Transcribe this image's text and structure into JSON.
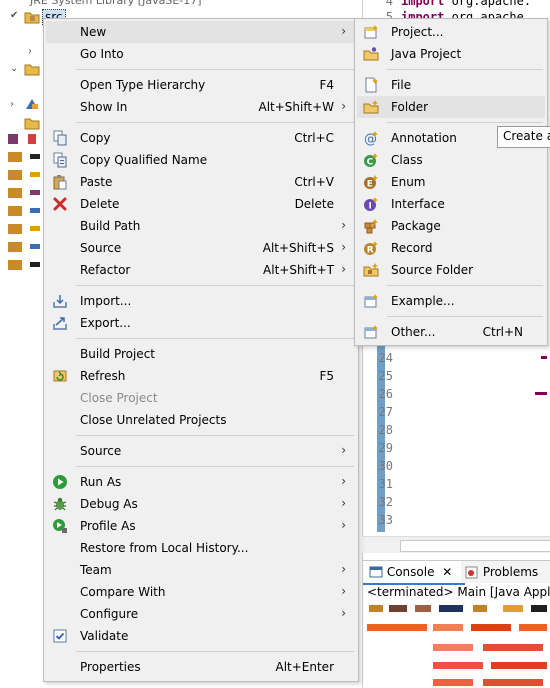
{
  "explorer": {
    "selected_item": "src",
    "top_label": "JRE System Library [JavaSE-17]"
  },
  "editor": {
    "lines": [
      {
        "num": "4",
        "keyword": "import",
        "text": " org.apache."
      },
      {
        "num": "5",
        "keyword": "import",
        "text": " org.apache."
      },
      {
        "num": "24",
        "keyword": "",
        "text": ""
      },
      {
        "num": "25",
        "keyword": "",
        "text": ""
      },
      {
        "num": "26",
        "keyword": "",
        "text": ""
      },
      {
        "num": "27",
        "keyword": "",
        "text": ""
      },
      {
        "num": "28",
        "keyword": "",
        "text": ""
      },
      {
        "num": "29",
        "keyword": "",
        "text": ""
      },
      {
        "num": "30",
        "keyword": "",
        "text": ""
      },
      {
        "num": "31",
        "keyword": "",
        "text": ""
      },
      {
        "num": "32",
        "keyword": "",
        "text": ""
      },
      {
        "num": "33",
        "keyword": "",
        "text": ""
      }
    ]
  },
  "console": {
    "console_tab": "Console",
    "problems_tab": "Problems",
    "status_line": "<terminated> Main [Java Applicati"
  },
  "context_menu": {
    "new": {
      "label": "New"
    },
    "go_into": {
      "label": "Go Into"
    },
    "open_type_hierarchy": {
      "label": "Open Type Hierarchy",
      "accel": "F4"
    },
    "show_in": {
      "label": "Show In",
      "accel": "Alt+Shift+W"
    },
    "copy": {
      "label": "Copy",
      "accel": "Ctrl+C"
    },
    "copy_qualified_name": {
      "label": "Copy Qualified Name"
    },
    "paste": {
      "label": "Paste",
      "accel": "Ctrl+V"
    },
    "delete": {
      "label": "Delete",
      "accel": "Delete"
    },
    "build_path": {
      "label": "Build Path"
    },
    "source": {
      "label": "Source",
      "accel": "Alt+Shift+S"
    },
    "refactor": {
      "label": "Refactor",
      "accel": "Alt+Shift+T"
    },
    "import": {
      "label": "Import..."
    },
    "export": {
      "label": "Export..."
    },
    "build_project": {
      "label": "Build Project"
    },
    "refresh": {
      "label": "Refresh",
      "accel": "F5"
    },
    "close_project": {
      "label": "Close Project"
    },
    "close_unrelated_projects": {
      "label": "Close Unrelated Projects"
    },
    "source2": {
      "label": "Source"
    },
    "run_as": {
      "label": "Run As"
    },
    "debug_as": {
      "label": "Debug As"
    },
    "profile_as": {
      "label": "Profile As"
    },
    "restore_from_local_history": {
      "label": "Restore from Local History..."
    },
    "team": {
      "label": "Team"
    },
    "compare_with": {
      "label": "Compare With"
    },
    "configure": {
      "label": "Configure"
    },
    "validate": {
      "label": "Validate"
    },
    "properties": {
      "label": "Properties",
      "accel": "Alt+Enter"
    }
  },
  "new_submenu": {
    "project": {
      "label": "Project..."
    },
    "java_project": {
      "label": "Java Project"
    },
    "file": {
      "label": "File"
    },
    "folder": {
      "label": "Folder"
    },
    "annotation": {
      "label": "Annotation"
    },
    "class": {
      "label": "Class"
    },
    "enum": {
      "label": "Enum"
    },
    "interface": {
      "label": "Interface"
    },
    "package": {
      "label": "Package"
    },
    "record": {
      "label": "Record"
    },
    "source_folder": {
      "label": "Source Folder"
    },
    "example": {
      "label": "Example..."
    },
    "other": {
      "label": "Other...",
      "accel": "Ctrl+N"
    }
  },
  "tooltip": {
    "text": "Create a"
  },
  "colors": {
    "menu_bg": "#f0f0f0",
    "hover": "#e3e3e3",
    "keyword": "#7f0055",
    "accent": "#3c78c8"
  }
}
